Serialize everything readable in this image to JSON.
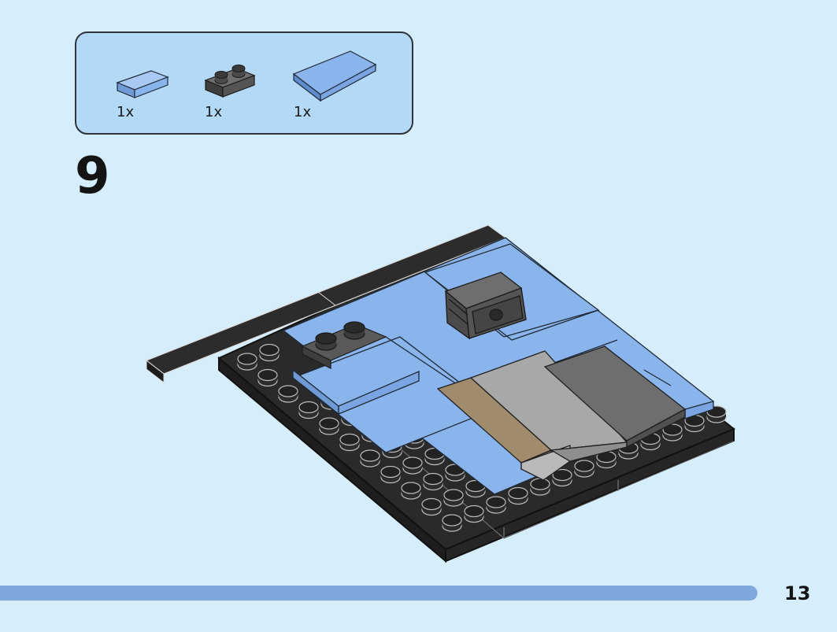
{
  "parts_panel": {
    "items": [
      {
        "name": "tile-1x2-medium-blue",
        "quantity": "1x"
      },
      {
        "name": "plate-1x2-dark-gray",
        "quantity": "1x"
      },
      {
        "name": "tile-2x4-medium-blue",
        "quantity": "1x"
      }
    ]
  },
  "step": {
    "number": "9"
  },
  "progress": {
    "fraction": 0.905
  },
  "page": {
    "number": "13"
  },
  "colors": {
    "background": "#d6eefc",
    "panel": "#b3d9f6",
    "medium_blue": "#8ab4ec",
    "dark_gray": "#595959",
    "black": "#2a2a2a",
    "tan": "#a08c6c",
    "light_gray": "#a8a8a8",
    "progress": "#7fa8dc"
  }
}
